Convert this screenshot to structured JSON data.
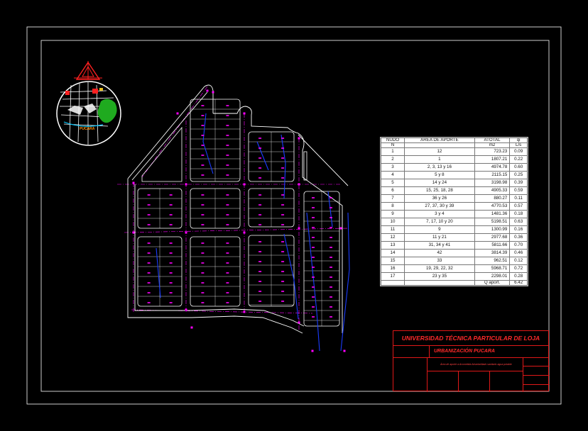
{
  "drawing": {
    "colors": {
      "background": "#000000",
      "frame": "#ffffff",
      "lots": "#ffffff",
      "streets": "#ffffff",
      "street_axes": "#ff00ff",
      "nodes": "#ff00ff",
      "collector": "#1a3cff",
      "labels": "#00c8ff",
      "title_block": "#e01818",
      "park": "#1faa1f"
    },
    "location_map": {
      "place_label": "PUCARA"
    }
  },
  "table": {
    "headers": [
      "NUDO",
      "ÁREA DE APORTE",
      "ATOTAL",
      "qi"
    ],
    "units": [
      "N",
      "",
      "m2",
      "L/s"
    ],
    "rows": [
      [
        "1",
        "12",
        "723.23",
        "0.09"
      ],
      [
        "2",
        "1",
        "1807.21",
        "0.22"
      ],
      [
        "3",
        "2, 3, 13 y 16",
        "4974.78",
        "0.60"
      ],
      [
        "4",
        "5 y 8",
        "2115.15",
        "0.25"
      ],
      [
        "5",
        "14 y 24",
        "3198.98",
        "0.39"
      ],
      [
        "6",
        "15, 25, 18, 28",
        "4905.33",
        "0.59"
      ],
      [
        "7",
        "36 y 26",
        "880.27",
        "0.11"
      ],
      [
        "8",
        "27, 37, 30 y 39",
        "4770.53",
        "0.57"
      ],
      [
        "9",
        "3 y 4",
        "1481.36",
        "0.18"
      ],
      [
        "10",
        "7, 17, 10 y 20",
        "5198.51",
        "0.63"
      ],
      [
        "11",
        "9",
        "1300.99",
        "0.16"
      ],
      [
        "12",
        "11 y 21",
        "2977.68",
        "0.36"
      ],
      [
        "13",
        "31, 34 y 41",
        "5811.66",
        "0.70"
      ],
      [
        "14",
        "42",
        "3814.39",
        "0.46"
      ],
      [
        "15",
        "33",
        "962.51",
        "0.12"
      ],
      [
        "16",
        "19, 29, 22, 32",
        "5968.71",
        "0.72"
      ],
      [
        "17",
        "23 y 35",
        "2298.01",
        "0.28"
      ]
    ],
    "total_label": "Q aport.",
    "total_value": "6.42"
  },
  "title_block": {
    "university": "UNIVERSIDAD TÉCNICA PARTICULAR DE LOJA",
    "project": "URBANIZACIÓN PUCARA",
    "content": "Área de aporte a Acometida Alcantarillado sanitario agua potable"
  }
}
